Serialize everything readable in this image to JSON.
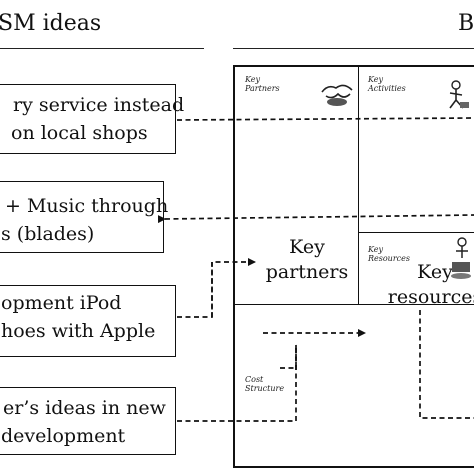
{
  "headers": {
    "left": "SM ideas",
    "right": "B"
  },
  "ideas": [
    {
      "line1": "ry service instead",
      "line2": "on local shops"
    },
    {
      "line1": "+ Music through",
      "line2": "s (blades)"
    },
    {
      "line1": "opment iPod",
      "line2": "hoes with Apple"
    },
    {
      "line1": "er’s ideas in new",
      "line2": "development"
    }
  ],
  "canvas": {
    "key_partners_small": [
      "Key",
      "Partners"
    ],
    "key_activities_small": [
      "Key",
      "Activities"
    ],
    "key_resources_small": [
      "Key",
      "Resources"
    ],
    "cost_structure_small": [
      "Cost",
      "Structure"
    ],
    "key_partners_big": [
      "Key",
      "partners"
    ],
    "key_resources_big": [
      "Key",
      "resources"
    ]
  },
  "icons": [
    "handshake-icon",
    "worker-icon",
    "resources-icon"
  ]
}
